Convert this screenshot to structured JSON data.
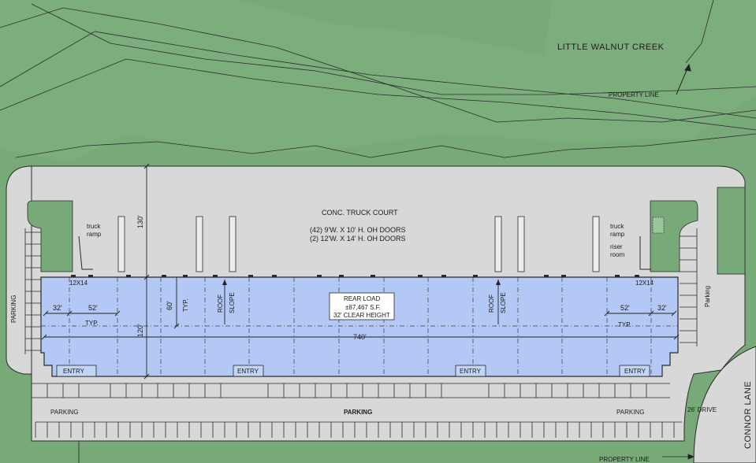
{
  "site": {
    "creek": "LITTLE WALNUT CREEK",
    "property_line_top": "PROPERTY LINE",
    "property_line_bottom": "PROPERTY LINE",
    "road": "CONNOR LANE",
    "drive": "26' DRIVE"
  },
  "truck_court": {
    "title": "CONC. TRUCK COURT",
    "doors_line1": "(42) 9'W. X 10' H. OH DOORS",
    "doors_line2": "(2) 12'W. X 14' H. OH DOORS",
    "depth": "130'"
  },
  "building": {
    "box_line1": "REAR LOAD",
    "box_line2": "±87,467 S.F.",
    "box_line3": "32' CLEAR HEIGHT",
    "length": "740'",
    "depth": "120'",
    "bay_depth": "60'",
    "bay_depth_typ": "TYP.",
    "bay_end_left": "32'",
    "bay_width_left": "52'",
    "typ_left": "TYP.",
    "bay_width_right": "52'",
    "bay_end_right": "32'",
    "typ_right": "TYP.",
    "door_left": "12X14",
    "door_right": "12X14",
    "roof_slope": "ROOF",
    "slope": "SLOPE",
    "entries": [
      "ENTRY",
      "ENTRY",
      "ENTRY",
      "ENTRY"
    ]
  },
  "callouts": {
    "truck_ramp_left": [
      "truck",
      "ramp"
    ],
    "truck_ramp_right": [
      "truck",
      "ramp"
    ],
    "riser_room": [
      "riser",
      "room"
    ]
  },
  "parking": {
    "left": "PARKING",
    "right": "Parking",
    "bottom_left": "PARKING",
    "bottom_center": "PARKING",
    "bottom_right": "PARKING"
  },
  "colors": {
    "grass": "#78a979",
    "pavement": "#d8d8d8",
    "building": "#b3c8f4",
    "line": "#2a2a2a"
  }
}
